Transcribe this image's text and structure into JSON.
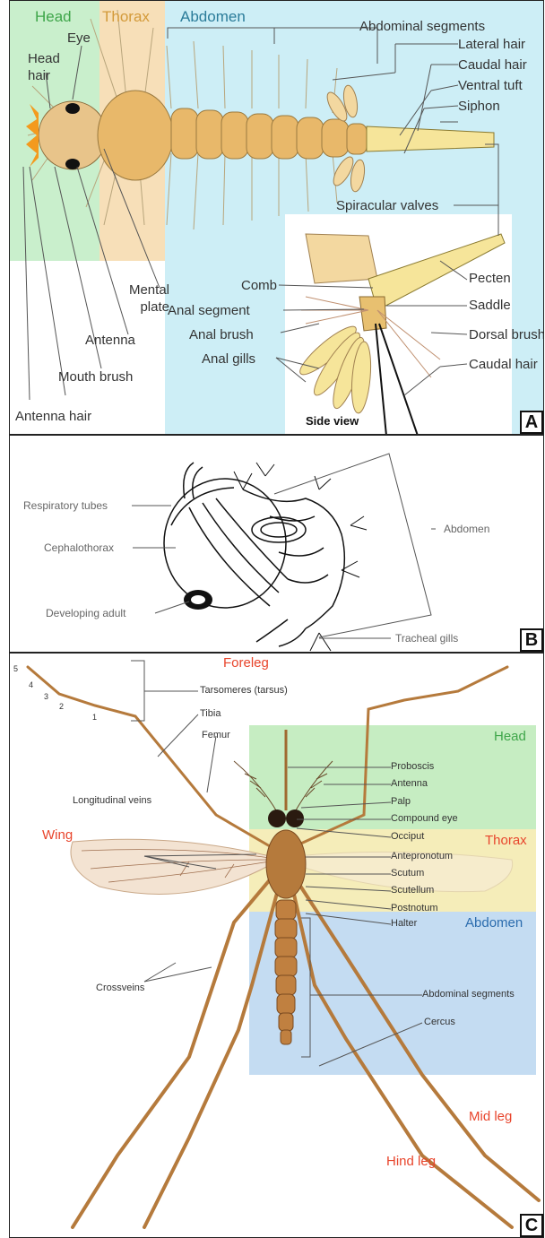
{
  "panel_a": {
    "badge": "A",
    "regions": {
      "head": "Head",
      "thorax": "Thorax",
      "abdomen": "Abdomen"
    },
    "labels": {
      "eye": "Eye",
      "head_hair": "Head hair",
      "abdominal_segments": "Abdominal segments",
      "lateral_hair": "Lateral hair",
      "caudal_hair_top": "Caudal hair",
      "ventral_tuft": "Ventral tuft",
      "siphon": "Siphon",
      "spiracular_valves": "Spiracular valves",
      "mental_plate": "Mental plate",
      "antenna": "Antenna",
      "mouth_brush": "Mouth brush",
      "antenna_hair": "Antenna hair",
      "comb": "Comb",
      "anal_segment": "Anal segment",
      "anal_brush": "Anal brush",
      "anal_gills": "Anal gills",
      "pecten": "Pecten",
      "saddle": "Saddle",
      "dorsal_brush": "Dorsal brush",
      "caudal_hair_bottom": "Caudal hair",
      "side_view": "Side view"
    }
  },
  "panel_b": {
    "badge": "B",
    "labels": {
      "respiratory_tubes": "Respiratory tubes",
      "cephalothorax": "Cephalothorax",
      "developing_adult": "Developing adult",
      "abdomen": "Abdomen",
      "tracheal_gills": "Tracheal gills"
    }
  },
  "panel_c": {
    "badge": "C",
    "regions": {
      "head": "Head",
      "thorax": "Thorax",
      "abdomen": "Abdomen"
    },
    "red_labels": {
      "foreleg": "Foreleg",
      "wing": "Wing",
      "mid_leg": "Mid leg",
      "hind_leg": "Hind leg"
    },
    "tarsus_numbers": [
      "5",
      "4",
      "3",
      "2",
      "1"
    ],
    "labels": {
      "tarsomeres": "Tarsomeres (tarsus)",
      "tibia": "Tibia",
      "femur": "Femur",
      "longitudinal_veins": "Longitudinal veins",
      "crossveins": "Crossveins",
      "proboscis": "Proboscis",
      "antenna": "Antenna",
      "palp": "Palp",
      "compound_eye": "Compound eye",
      "occiput": "Occiput",
      "antepronotum": "Antepronotum",
      "scutum": "Scutum",
      "scutellum": "Scutellum",
      "postnotum": "Postnotum",
      "halter": "Halter",
      "abdominal_segments": "Abdominal segments",
      "cercus": "Cercus"
    }
  },
  "colors": {
    "head_region": "#c9efcc",
    "thorax_region": "#f7dfb8",
    "abdomen_region": "#cdeef6",
    "head_text_a": "#3fa64a",
    "thorax_text_a": "#d39a3a",
    "abdomen_text_a": "#2b7c9a",
    "larva_body": "#e8b86a",
    "pupa_line": "#111111",
    "adult_body": "#b57a3c",
    "head_region_c": "#c6edc2",
    "thorax_region_c": "#f5edb9",
    "abdomen_region_c": "#c4dcf2",
    "red_text": "#e8452c"
  }
}
